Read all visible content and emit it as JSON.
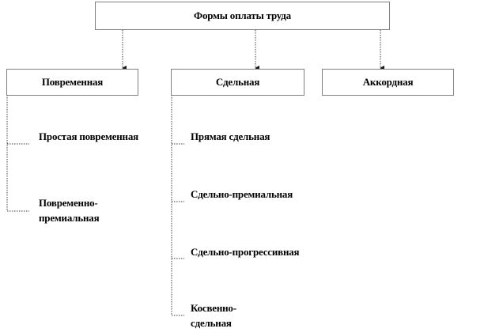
{
  "root": {
    "label": "Формы оплаты труда"
  },
  "categories": [
    {
      "label": "Повременная",
      "subtypes": [
        "Простая повременная",
        "Повременно-\nпремиальная"
      ]
    },
    {
      "label": "Сдельная",
      "subtypes": [
        "Прямая сдельная",
        "Сдельно-премиальная",
        "Сдельно-прогрессивная",
        "Косвенно-\nсдельная"
      ]
    },
    {
      "label": "Аккордная",
      "subtypes": []
    }
  ],
  "colors": {
    "line": "#3f3f3f",
    "box_border": "#7f7f7f",
    "text": "#000000"
  }
}
